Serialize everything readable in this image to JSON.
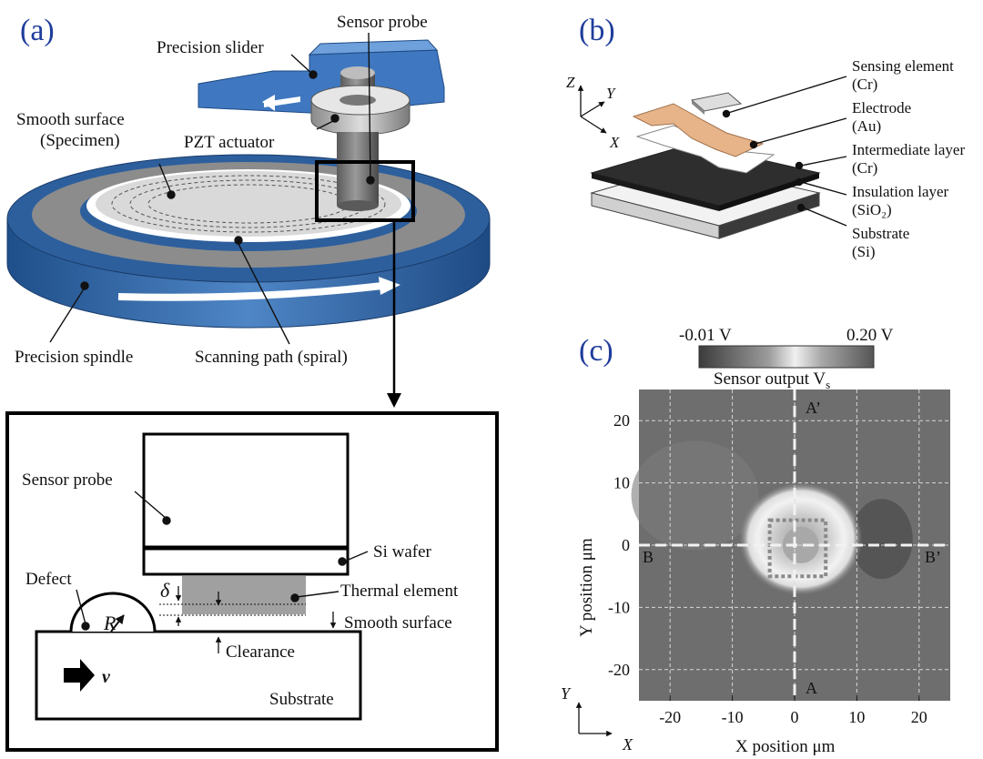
{
  "panel_a": {
    "tag": "(a)",
    "labels": {
      "sensor_probe": "Sensor probe",
      "precision_slider": "Precision slider",
      "smooth_surface": "Smooth surface",
      "specimen": "(Specimen)",
      "pzt_actuator": "PZT actuator",
      "precision_spindle": "Precision spindle",
      "scanning_path": "Scanning path (spiral)"
    },
    "detail": {
      "sensor_probe": "Sensor probe",
      "si_wafer": "Si wafer",
      "defect": "Defect",
      "delta": "δ",
      "thermal_element": "Thermal element",
      "radius": "R",
      "smooth_surface": "Smooth surface",
      "clearance": "Clearance",
      "velocity": "v",
      "substrate": "Substrate"
    }
  },
  "panel_b": {
    "tag": "(b)",
    "axes": {
      "z": "Z",
      "y": "Y",
      "x": "X"
    },
    "layers": [
      {
        "name": "Sensing element",
        "material": "(Cr)"
      },
      {
        "name": "Electrode",
        "material": "(Au)"
      },
      {
        "name": "Intermediate layer",
        "material": "(Cr)"
      },
      {
        "name": "Insulation layer",
        "material": "(SiO₂)"
      },
      {
        "name": "Substrate",
        "material": "(Si)"
      }
    ]
  },
  "panel_c": {
    "tag": "(c)",
    "colorbar": {
      "min_label": "-0.01 V",
      "max_label": "0.20 V",
      "title": "Sensor output V",
      "title_sub": "s"
    },
    "section_labels": {
      "a_prime": "A’",
      "a": "A",
      "b": "B",
      "b_prime": "B’"
    },
    "corner_axes": {
      "y": "Y",
      "x": "X"
    }
  },
  "chart_data": {
    "type": "heatmap",
    "title": "",
    "xlabel": "X position μm",
    "ylabel": "Y position μm",
    "xlim": [
      -25,
      25
    ],
    "ylim": [
      -25,
      25
    ],
    "x_ticks": [
      -20,
      -10,
      0,
      10,
      20
    ],
    "y_ticks": [
      20,
      10,
      0,
      -10,
      -20
    ],
    "x_tick_labels": [
      "-20",
      "-10",
      "0",
      "10",
      "20"
    ],
    "y_tick_labels": [
      "20",
      "10",
      "0",
      "-10",
      "-20"
    ],
    "colorbar_range_V": [
      -0.01,
      0.2
    ],
    "grid": true,
    "features": {
      "bright_ring_center": [
        1,
        0
      ],
      "defect_box_x": [
        -4,
        5
      ],
      "defect_box_y": [
        -5,
        4
      ]
    },
    "colors": {
      "low": "#4a4a4a",
      "high": "#f4f4f4"
    }
  }
}
